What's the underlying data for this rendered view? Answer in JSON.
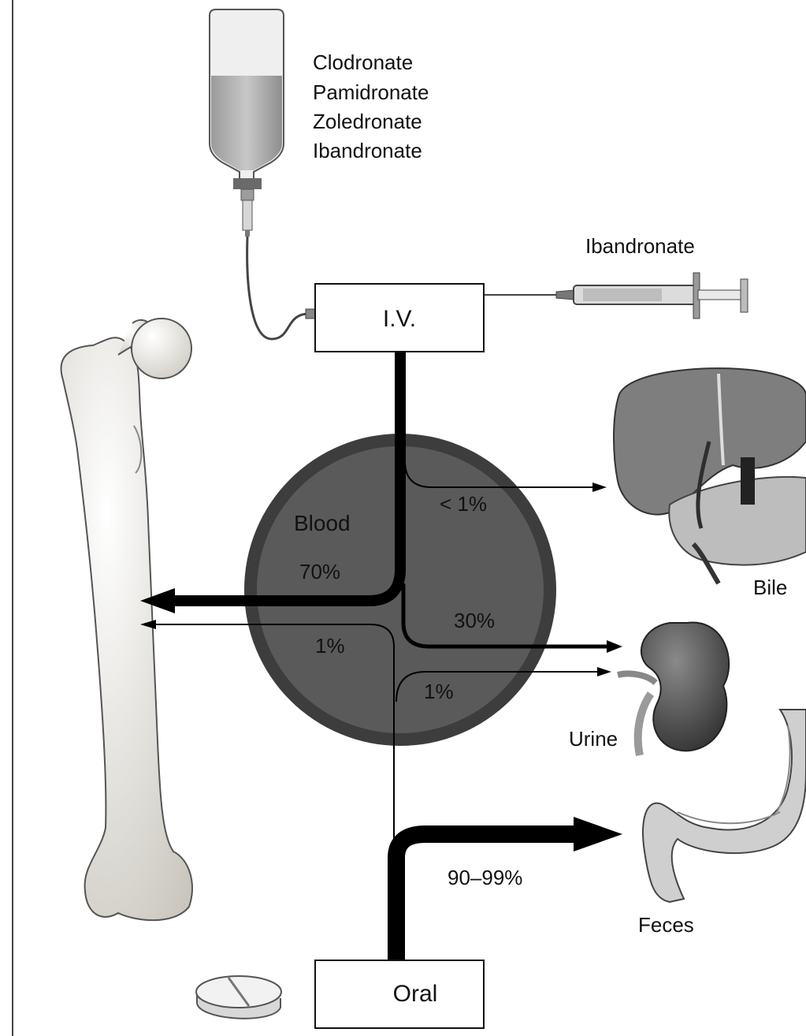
{
  "iv_drugs": [
    "Clodronate",
    "Pamidronate",
    "Zoledronate",
    "Ibandronate"
  ],
  "injection_drug": "Ibandronate",
  "iv_box": "I.V.",
  "oral_box": "Oral",
  "blood_label": "Blood",
  "pct": {
    "bile": "< 1%",
    "bone_iv": "70%",
    "urine_iv": "30%",
    "bone_oral": "1%",
    "urine_oral": "1%",
    "feces": "90–99%"
  },
  "destinations": {
    "bile": "Bile",
    "urine": "Urine",
    "feces": "Feces"
  },
  "colors": {
    "blood_outer": "#3d3d3d",
    "blood_inner": "#5a5a5a",
    "bone": "#eceae2",
    "liver": "#7e7e7e",
    "kidney": "#4f4f4f",
    "intestine": "#cfcfcf"
  }
}
